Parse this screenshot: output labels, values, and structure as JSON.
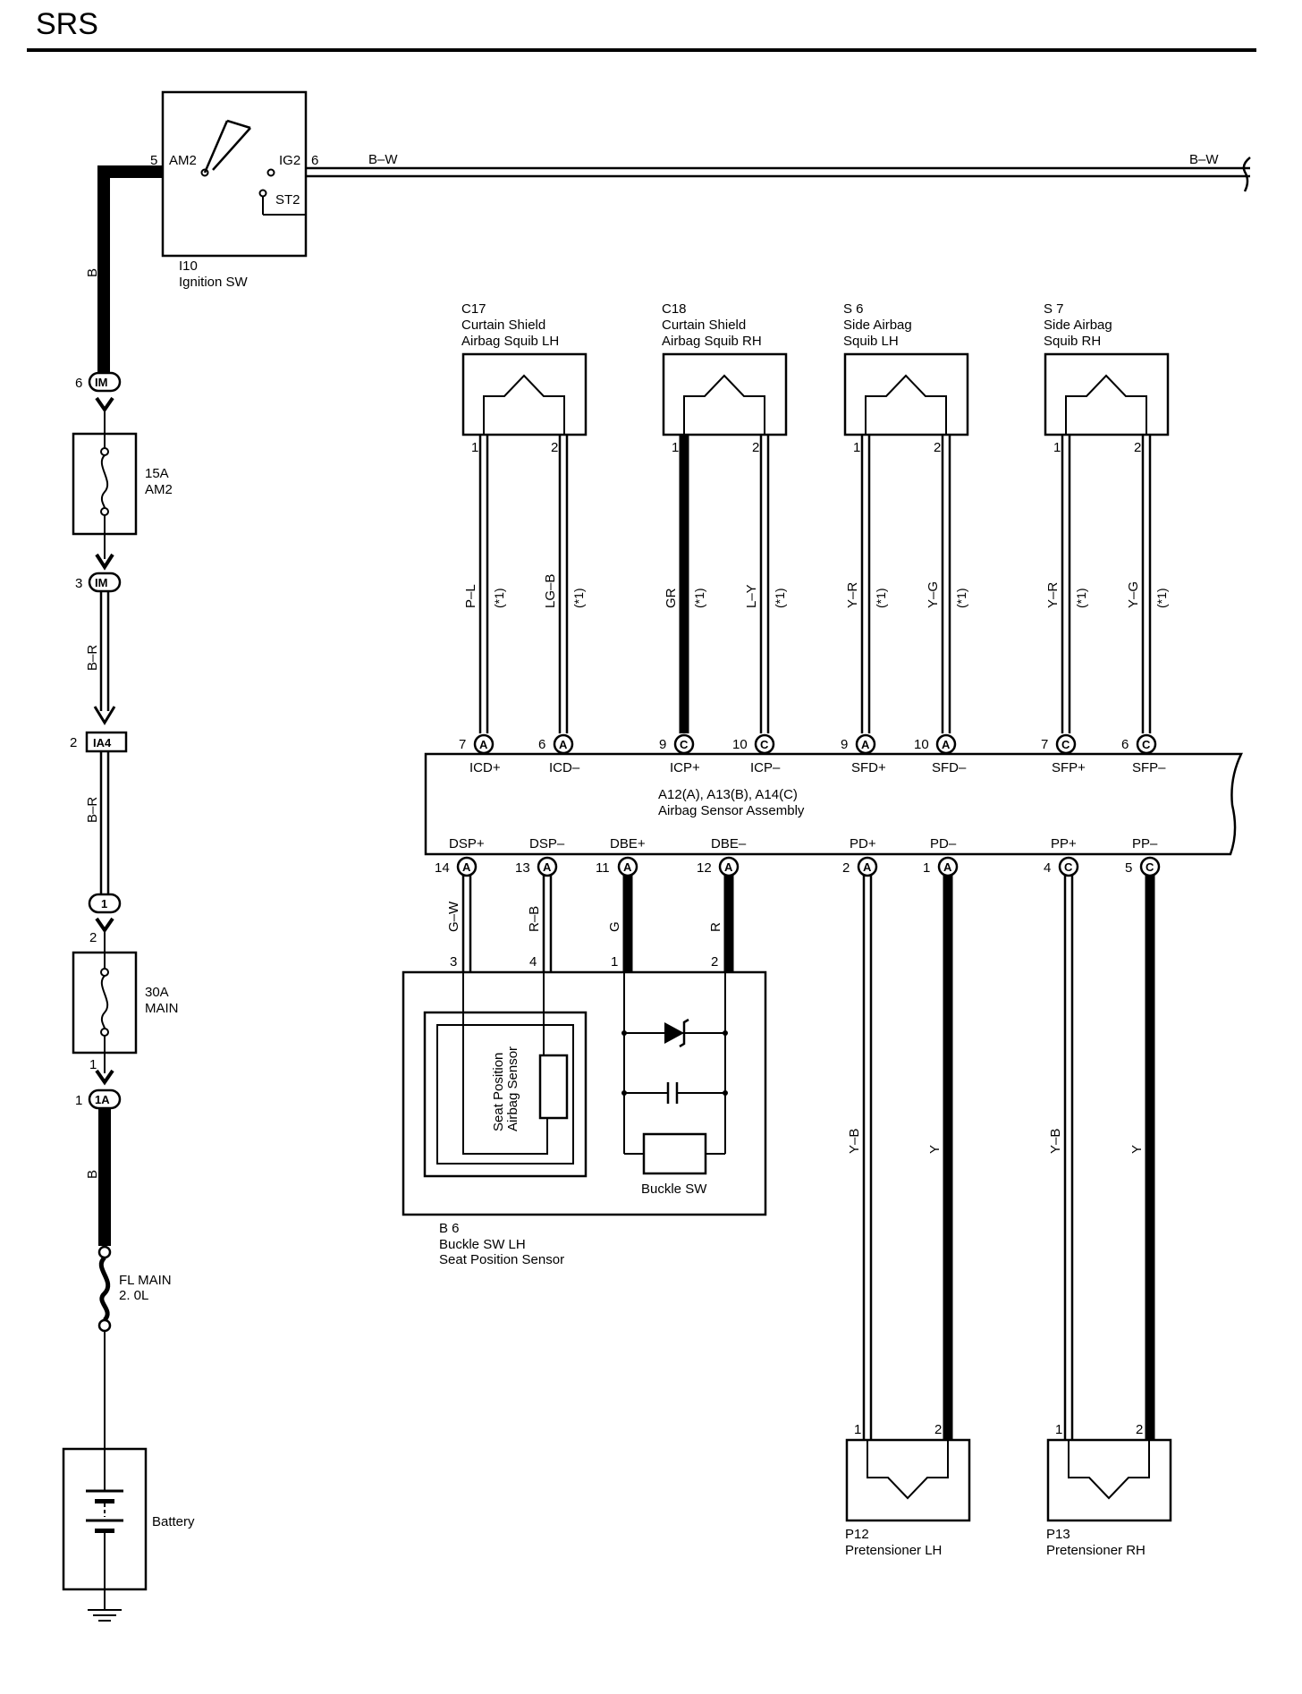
{
  "title": "SRS",
  "ignition": {
    "code": "I10",
    "name": "Ignition SW",
    "pin_am2": "5",
    "label_am2": "AM2",
    "pin_ig2": "6",
    "label_ig2": "IG2",
    "label_st2": "ST2"
  },
  "wires": {
    "bw_left": "B–W",
    "bw_right": "B–W",
    "b_top": "B",
    "br_upper": "B–R",
    "br_lower": "B–R",
    "b_lower": "B"
  },
  "power_path": {
    "im6_pin": "6",
    "im6_code": "IM",
    "fuse_am2_rating": "15A",
    "fuse_am2_name": "AM2",
    "im3_pin": "3",
    "im3_code": "IM",
    "ia4_pin": "2",
    "ia4_code": "IA4",
    "c1_code": "1",
    "main_pin_top": "2",
    "fuse_main_rating": "30A",
    "fuse_main_name": "MAIN",
    "main_pin_bottom": "1",
    "c1a_pin": "1",
    "c1a_code": "1A",
    "fl_main_line1": "FL MAIN",
    "fl_main_line2": "2. 0L",
    "battery": "Battery"
  },
  "squibs": [
    {
      "code": "C17",
      "line1": "Curtain Shield",
      "line2": "Airbag Squib LH",
      "pin1": "1",
      "pin2": "2",
      "wire1": "P–L",
      "note1": "(*1)",
      "wire2": "LG–B",
      "note2": "(*1)",
      "conn1_pin": "7",
      "conn1": "A",
      "term1": "ICD+",
      "conn2_pin": "6",
      "conn2": "A",
      "term2": "ICD–"
    },
    {
      "code": "C18",
      "line1": "Curtain Shield",
      "line2": "Airbag Squib RH",
      "pin1": "1",
      "pin2": "2",
      "wire1": "GR",
      "note1": "(*1)",
      "wire2": "L–Y",
      "note2": "(*1)",
      "conn1_pin": "9",
      "conn1": "C",
      "term1": "ICP+",
      "conn2_pin": "10",
      "conn2": "C",
      "term2": "ICP–"
    },
    {
      "code": "S 6",
      "line1": "Side Airbag",
      "line2": "Squib LH",
      "pin1": "1",
      "pin2": "2",
      "wire1": "Y–R",
      "note1": "(*1)",
      "wire2": "Y–G",
      "note2": "(*1)",
      "conn1_pin": "9",
      "conn1": "A",
      "term1": "SFD+",
      "conn2_pin": "10",
      "conn2": "A",
      "term2": "SFD–"
    },
    {
      "code": "S 7",
      "line1": "Side Airbag",
      "line2": "Squib RH",
      "pin1": "1",
      "pin2": "2",
      "wire1": "Y–R",
      "note1": "(*1)",
      "wire2": "Y–G",
      "note2": "(*1)",
      "conn1_pin": "7",
      "conn1": "C",
      "term1": "SFP+",
      "conn2_pin": "6",
      "conn2": "C",
      "term2": "SFP–"
    }
  ],
  "sensor_assembly": {
    "connectors": "A12(A), A13(B), A14(C)",
    "name": "Airbag Sensor Assembly"
  },
  "bottom_terminals": [
    {
      "term": "DSP+",
      "pin": "14",
      "conn": "A",
      "wire": "G–W"
    },
    {
      "term": "DSP–",
      "pin": "13",
      "conn": "A",
      "wire": "R–B"
    },
    {
      "term": "DBE+",
      "pin": "11",
      "conn": "A",
      "wire": "G"
    },
    {
      "term": "DBE–",
      "pin": "12",
      "conn": "A",
      "wire": "R"
    },
    {
      "term": "PD+",
      "pin": "2",
      "conn": "A",
      "wire": "Y–B"
    },
    {
      "term": "PD–",
      "pin": "1",
      "conn": "A",
      "wire": "Y"
    },
    {
      "term": "PP+",
      "pin": "4",
      "conn": "C",
      "wire": "Y–B"
    },
    {
      "term": "PP–",
      "pin": "5",
      "conn": "C",
      "wire": "Y"
    }
  ],
  "b6": {
    "code": "B 6",
    "line1": "Buckle SW LH",
    "line2": "Seat Position Sensor",
    "pin3": "3",
    "pin4": "4",
    "pin1": "1",
    "pin2": "2",
    "sensor_line1": "Seat Position",
    "sensor_line2": "Airbag Sensor",
    "buckle": "Buckle SW"
  },
  "pretensioners": [
    {
      "code": "P12",
      "name": "Pretensioner LH",
      "pin1": "1",
      "pin2": "2"
    },
    {
      "code": "P13",
      "name": "Pretensioner RH",
      "pin1": "1",
      "pin2": "2"
    }
  ]
}
